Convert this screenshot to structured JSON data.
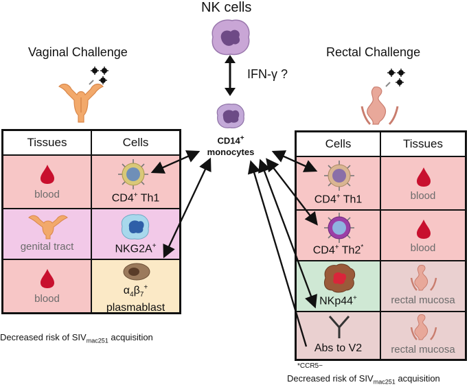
{
  "top": {
    "nk_label": "NK cells",
    "ifn_label": "IFN-γ ?",
    "center_line1": "CD14",
    "center_sup": "+",
    "center_line2": "monocytes"
  },
  "left": {
    "title": "Vaginal Challenge",
    "col_tissues": "Tissues",
    "col_cells": "Cells",
    "rows": [
      {
        "tissue": "blood",
        "cell": "CD4",
        "cell_sup": "+",
        "cell_suffix": " Th1"
      },
      {
        "tissue": "genital tract",
        "cell": "NKG2A",
        "cell_sup": "+",
        "cell_suffix": ""
      },
      {
        "tissue": "blood",
        "cell_line1": "α",
        "cell_line1_full": "α4β7+",
        "cell_line2": "plasmablast"
      }
    ],
    "caption_pre": "Decreased risk of SIV",
    "caption_sub": "mac251",
    "caption_post": " acquisition"
  },
  "right": {
    "title": "Rectal Challenge",
    "col_cells": "Cells",
    "col_tissues": "Tissues",
    "rows": [
      {
        "cell": "CD4",
        "cell_sup": "+",
        "cell_suffix": " Th1",
        "tissue": "blood"
      },
      {
        "cell": "CD4",
        "cell_sup": "+",
        "cell_suffix": " Th2",
        "cell_star": "*",
        "tissue": "blood"
      },
      {
        "cell": "NKp44",
        "cell_sup": "+",
        "cell_suffix": "",
        "tissue": "rectal mucosa"
      },
      {
        "cell": "Abs to V2",
        "cell_sup": "",
        "cell_suffix": "",
        "tissue": "rectal mucosa"
      }
    ],
    "footnote": "*CCR5−",
    "caption_pre": "Decreased risk of SIV",
    "caption_sub": "mac251",
    "caption_post": " acquisition"
  },
  "colors": {
    "pink_cell": "#f7c6c6",
    "lilac_cell": "#f2c9e8",
    "cream_cell": "#fbe9c6",
    "green_cell": "#cfe8d4",
    "rose_cell": "#ead0d0",
    "blood_drop": "#c8102e",
    "uterus": "#f2a96b",
    "rectum": "#e8a89a",
    "monocyte": "#a98cc4",
    "nk_cell": "#b891c9"
  }
}
